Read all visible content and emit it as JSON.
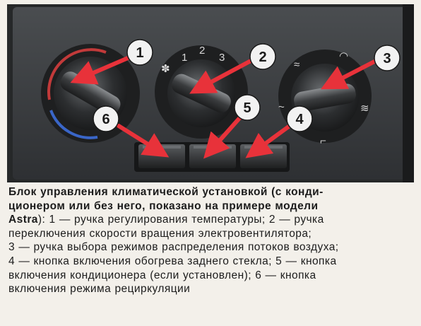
{
  "callouts": [
    "1",
    "2",
    "3",
    "4",
    "5",
    "6"
  ],
  "fan_scale": [
    "1",
    "2",
    "3"
  ],
  "caption": {
    "line1": "Блок управления климатической установкой (с конди-",
    "line2_bold": "ционером или без него, показано на примере модели",
    "line3_bold": "Astra",
    "line3_rest": "): 1 — ручка регулирования температуры; 2 — ручка",
    "line4": "переключения скорости вращения электровентилятора;",
    "line5": "3 — ручка выбора режимов распределения потоков воздуха;",
    "line6": "4 — кнопка включения обогрева заднего стекла; 5 — кнопка",
    "line7": "включения кондиционера (если установлен); 6 — кнопка",
    "line8": "включения режима рециркуляции"
  },
  "colors": {
    "panel": "#3a3d40",
    "arrow": "#e8323a",
    "callout_fill": "#f2f2f2",
    "caption_text": "#1c1c1c"
  }
}
